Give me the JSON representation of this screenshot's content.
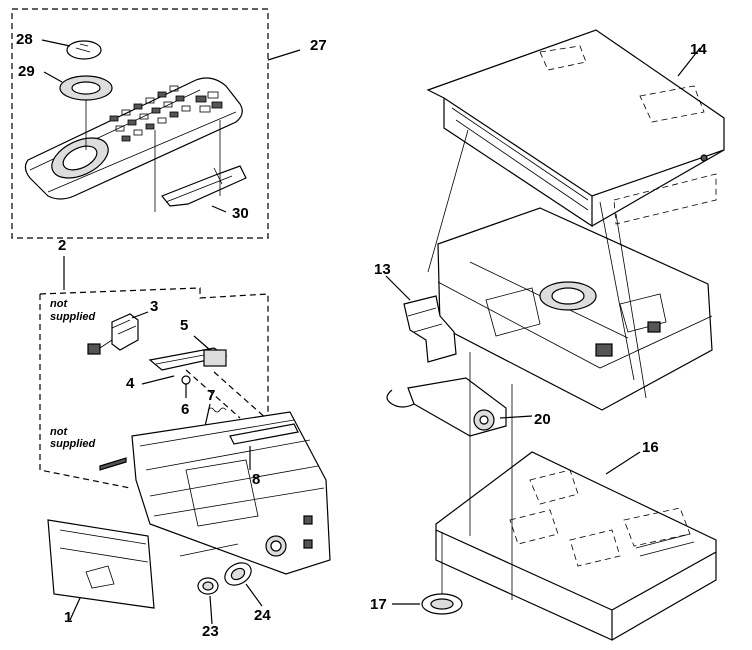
{
  "callouts": {
    "c1": "1",
    "c2": "2",
    "c3": "3",
    "c4": "4",
    "c5": "5",
    "c6": "6",
    "c7": "7",
    "c8": "8",
    "c13": "13",
    "c14": "14",
    "c16": "16",
    "c17": "17",
    "c20": "20",
    "c23": "23",
    "c24": "24",
    "c27": "27",
    "c28": "28",
    "c29": "29",
    "c30": "30"
  },
  "notes": {
    "not_supplied_1_a": "not",
    "not_supplied_1_b": "supplied",
    "not_supplied_2_a": "not",
    "not_supplied_2_b": "supplied"
  }
}
